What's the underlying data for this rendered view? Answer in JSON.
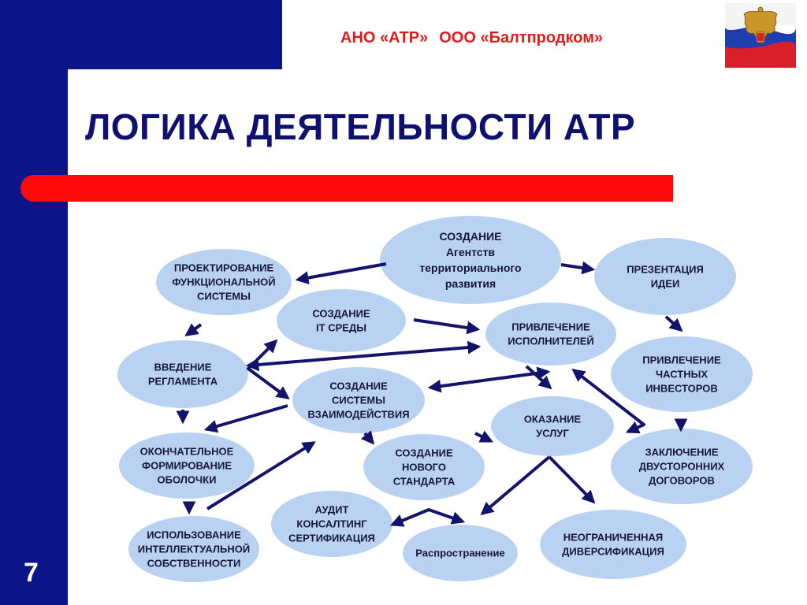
{
  "header": {
    "org_left": "АНО «АТР»",
    "org_right": "ООО «Балтпродком»",
    "title": "ЛОГИКА ДЕЯТЕЛЬНОСТИ АТР"
  },
  "slide_number": "7",
  "emblem_icon": "russian-coat-of-arms-flag-icon",
  "colors": {
    "brand_blue": "#0b1488",
    "accent_red": "#ff0a0a",
    "node_fill": "#b9d2f2",
    "arrow": "#14136b"
  },
  "nodes": [
    {
      "id": "n1",
      "name": "node-sozdanie-agentstv",
      "lines": [
        "СОЗДАНИЕ",
        "Агентств",
        "территориального",
        "развития"
      ]
    },
    {
      "id": "n2",
      "name": "node-proektirovanie",
      "lines": [
        "ПРОЕКТИРОВАНИЕ",
        "ФУНКЦИОНАЛЬНОЙ",
        "СИСТЕМЫ"
      ]
    },
    {
      "id": "n3",
      "name": "node-prezentatsiya",
      "lines": [
        "ПРЕЗЕНТАЦИЯ",
        "ИДЕИ"
      ]
    },
    {
      "id": "n4",
      "name": "node-sozdanie-it",
      "lines": [
        "СОЗДАНИЕ",
        "IT СРЕДЫ"
      ]
    },
    {
      "id": "n5",
      "name": "node-privlechenie-ispolniteley",
      "lines": [
        "ПРИВЛЕЧЕНИЕ",
        "ИСПОЛНИТЕЛЕЙ"
      ]
    },
    {
      "id": "n6",
      "name": "node-vvedenie-reglamenta",
      "lines": [
        "ВВЕДЕНИЕ",
        "РЕГЛАМЕНТА"
      ]
    },
    {
      "id": "n7",
      "name": "node-privlechenie-investorov",
      "lines": [
        "ПРИВЛЕЧЕНИЕ",
        "ЧАСТНЫХ",
        "ИНВЕСТОРОВ"
      ]
    },
    {
      "id": "n8",
      "name": "node-sozdanie-sistemy",
      "lines": [
        "СОЗДАНИЕ",
        "СИСТЕМЫ",
        "ВЗАИМОДЕЙСТВИЯ"
      ]
    },
    {
      "id": "n9",
      "name": "node-okazanie-uslug",
      "lines": [
        "ОКАЗАНИЕ",
        "УСЛУГ"
      ]
    },
    {
      "id": "n10",
      "name": "node-okonchatelnoe",
      "lines": [
        "ОКОНЧАТЕЛЬНОЕ",
        "ФОРМИРОВАНИЕ",
        "ОБОЛОЧКИ"
      ]
    },
    {
      "id": "n11",
      "name": "node-sozdanie-standarta",
      "lines": [
        "СОЗДАНИЕ",
        "НОВОГО",
        "СТАНДАРТА"
      ]
    },
    {
      "id": "n12",
      "name": "node-zaklyuchenie",
      "lines": [
        "ЗАКЛЮЧЕНИЕ",
        "ДВУСТОРОННИХ",
        "ДОГОВОРОВ"
      ]
    },
    {
      "id": "n13",
      "name": "node-audit",
      "lines": [
        "АУДИТ",
        "КОНСАЛТИНГ",
        "СЕРТИФИКАЦИЯ"
      ]
    },
    {
      "id": "n14",
      "name": "node-ispolzovanie",
      "lines": [
        "ИСПОЛЬЗОВАНИЕ",
        "ИНТЕЛЛЕКТУАЛЬНОЙ",
        "СОБСТВЕННОСТИ"
      ]
    },
    {
      "id": "n15",
      "name": "node-rasprostranenie",
      "lines": [
        "Распространение"
      ]
    },
    {
      "id": "n16",
      "name": "node-neogranichennaya",
      "lines": [
        "НЕОГРАНИЧЕННАЯ",
        "ДИВЕРСИФИКАЦИЯ"
      ]
    }
  ]
}
